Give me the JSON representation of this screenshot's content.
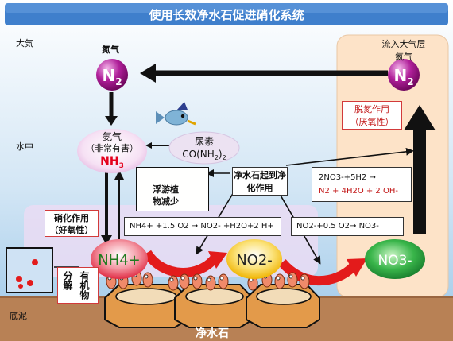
{
  "title": "使用长效净水石促进硝化系统",
  "zones": {
    "atmosphere": "大気",
    "water": "水中",
    "sediment": "底泥"
  },
  "top_n2": {
    "label": "氮气",
    "formula_main": "N",
    "formula_sub": "2"
  },
  "right_n2": {
    "label_line1": "流入大气层",
    "label_line2": "氮气",
    "formula_main": "N",
    "formula_sub": "2"
  },
  "ammonia_gas": {
    "line1": "氨气",
    "line2": "（非常有害）",
    "formula_main": "NH",
    "formula_sub": "3"
  },
  "urea": {
    "line1": "尿素",
    "line2_main": "CO(NH",
    "line2_sub": "2",
    "line2_end": ")",
    "line2_tail": "2"
  },
  "denitrification": {
    "line1": "脱氮作用",
    "line2": "（厌氧性）"
  },
  "stone_role": {
    "line1": "净水石起到净",
    "line2": "化作用"
  },
  "plankton": {
    "line1": "浮游植",
    "line2": "物减少"
  },
  "nitrification": {
    "line1": "硝化作用",
    "line2": "（好氧性）"
  },
  "organic": {
    "col1": "分解",
    "col2": "有机物"
  },
  "eq_denitr": {
    "line1": "2NO3-+5H2 →",
    "line2": "N2 + 4H2O + 2 OH-"
  },
  "eq_ammonium": "NH4+ +1.5 O2 → NO2- +H2O+2 H+",
  "eq_nitrite": "NO2-+0.5 O2→ NO3-",
  "ions": {
    "nh4": "NH4+",
    "no2": "NO2-",
    "no3": "NO3-"
  },
  "bottom_label": "净水石",
  "colors": {
    "title_bg": "#3f7fcc",
    "n2_ball": "#a0148c",
    "nh4_ball": "#e83a4c",
    "no2_ball": "#f5c21a",
    "no3_ball": "#2aa83a",
    "stone": "#d98a3a",
    "sediment": "#b88155",
    "right_panel": "#fde3c8"
  }
}
